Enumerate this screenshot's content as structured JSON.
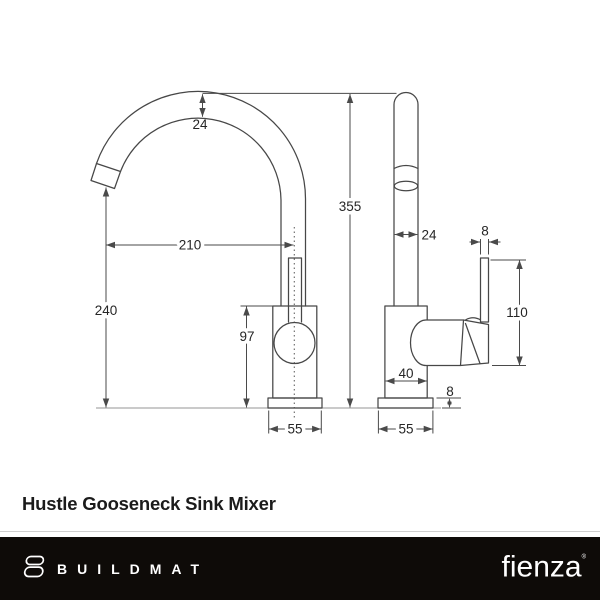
{
  "title": "Hustle Gooseneck Sink Mixer",
  "drawing": {
    "type": "technical-dimension-diagram",
    "views": [
      "side-view-gooseneck",
      "front-view-with-handle"
    ],
    "line_color": "#474747",
    "dim_color": "#4a4a4a",
    "labels": {
      "spout_tube_diameter": "24",
      "overall_height": "355",
      "spout_reach": "210",
      "spout_outlet_height": "240",
      "body_height": "97",
      "base_width_front": "55",
      "riser_pipe_diameter": "24",
      "handle_lever_thickness": "8",
      "handle_height": "110",
      "body_diameter": "40",
      "base_plate_thickness": "8",
      "base_width_side": "55"
    }
  },
  "footer": {
    "bg": "#0e0b08",
    "buildmat": "BUILDMAT",
    "fienza": "fienza",
    "registered_mark": "®"
  }
}
